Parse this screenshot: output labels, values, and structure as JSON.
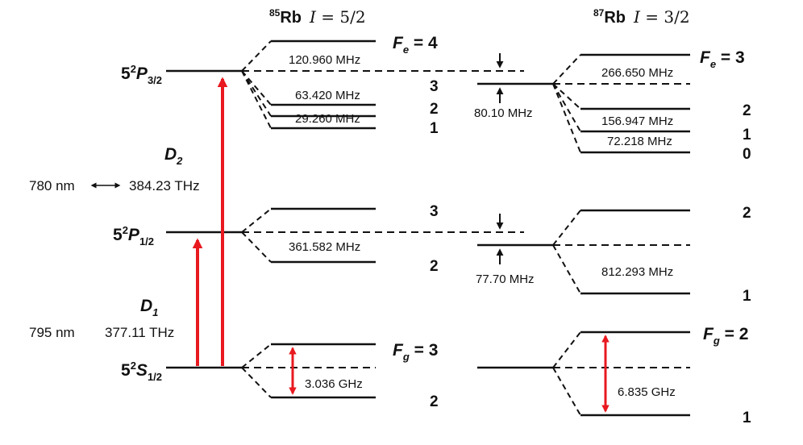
{
  "isotopes": {
    "rb85": {
      "mass": "85",
      "element": "Rb",
      "spin_sym": "I",
      "spin_val": " = 5/2"
    },
    "rb87": {
      "mass": "87",
      "element": "Rb",
      "spin_sym": "I",
      "spin_val": " = 3/2"
    }
  },
  "states": {
    "p32": {
      "prefix": "5",
      "sup": "2",
      "letter": "P",
      "sub": "3/2"
    },
    "p12": {
      "prefix": "5",
      "sup": "2",
      "letter": "P",
      "sub": "1/2"
    },
    "s12": {
      "prefix": "5",
      "sup": "2",
      "letter": "S",
      "sub": "1/2"
    }
  },
  "transitions": {
    "d2": {
      "letter": "D",
      "sub": "2",
      "wavelength": "780 nm",
      "frequency": "384.23 THz",
      "color": "#e8191f"
    },
    "d1": {
      "letter": "D",
      "sub": "1",
      "wavelength": "795 nm",
      "frequency": "377.11 THz",
      "color": "#e8191f"
    }
  },
  "fe_label": {
    "letter": "F",
    "sub": "e",
    "eq4": " = 4",
    "eq3": " = 3"
  },
  "fg_label": {
    "letter": "F",
    "sub": "g",
    "eq3": " = 3",
    "eq2": " = 2"
  },
  "rb85": {
    "p32_levels": [
      "3",
      "2",
      "1"
    ],
    "p32_splittings": [
      "120.960 MHz",
      "63.420 MHz",
      "29.260 MHz"
    ],
    "p12_levels": [
      "3",
      "2"
    ],
    "p12_splitting": "361.582 MHz",
    "s12_lower": "2",
    "s12_splitting": "3.036 GHz"
  },
  "rb87": {
    "p32_levels": [
      "2",
      "1",
      "0"
    ],
    "p32_splittings": [
      "266.650 MHz",
      "156.947 MHz",
      "72.218 MHz"
    ],
    "p12_levels": [
      "2",
      "1"
    ],
    "p12_splitting": "812.293 MHz",
    "s12_lower": "1",
    "s12_splitting": "6.835 GHz"
  },
  "isotope_shifts": {
    "p32": "80.10 MHz",
    "p12": "77.70 MHz"
  }
}
